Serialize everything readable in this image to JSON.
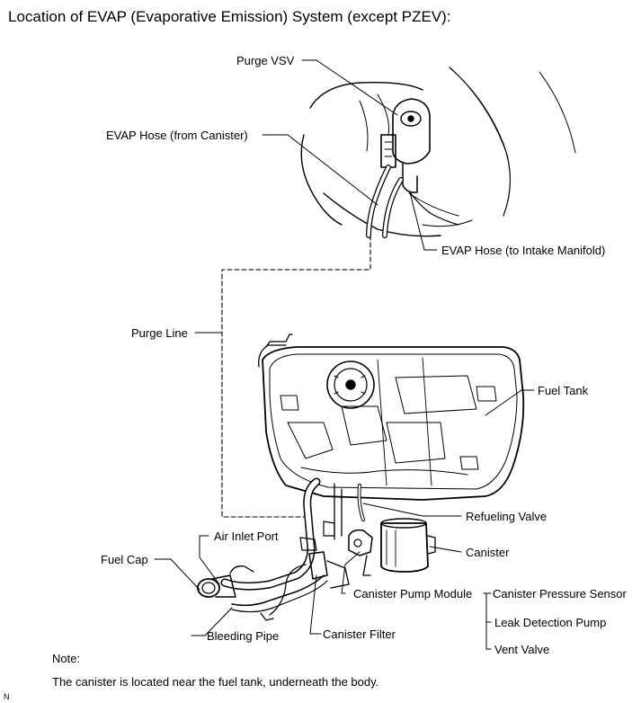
{
  "title": "Location of EVAP (Evaporative Emission) System (except PZEV):",
  "labels": {
    "purge_vsv": "Purge VSV",
    "evap_hose_from_canister": "EVAP Hose (from Canister)",
    "evap_hose_to_intake": "EVAP Hose (to Intake Manifold)",
    "purge_line": "Purge Line",
    "fuel_tank": "Fuel Tank",
    "refueling_valve": "Refueling Valve",
    "air_inlet_port": "Air Inlet Port",
    "canister": "Canister",
    "fuel_cap": "Fuel Cap",
    "canister_pump_module": "Canister Pump Module",
    "canister_pressure_sensor": "Canister Pressure Sensor",
    "leak_detection_pump": "Leak Detection Pump",
    "vent_valve": "Vent Valve",
    "bleeding_pipe": "Bleeding Pipe",
    "canister_filter": "Canister Filter"
  },
  "note": {
    "heading": "Note:",
    "text": "The canister is located near the fuel tank, underneath the body."
  },
  "mark": "N"
}
